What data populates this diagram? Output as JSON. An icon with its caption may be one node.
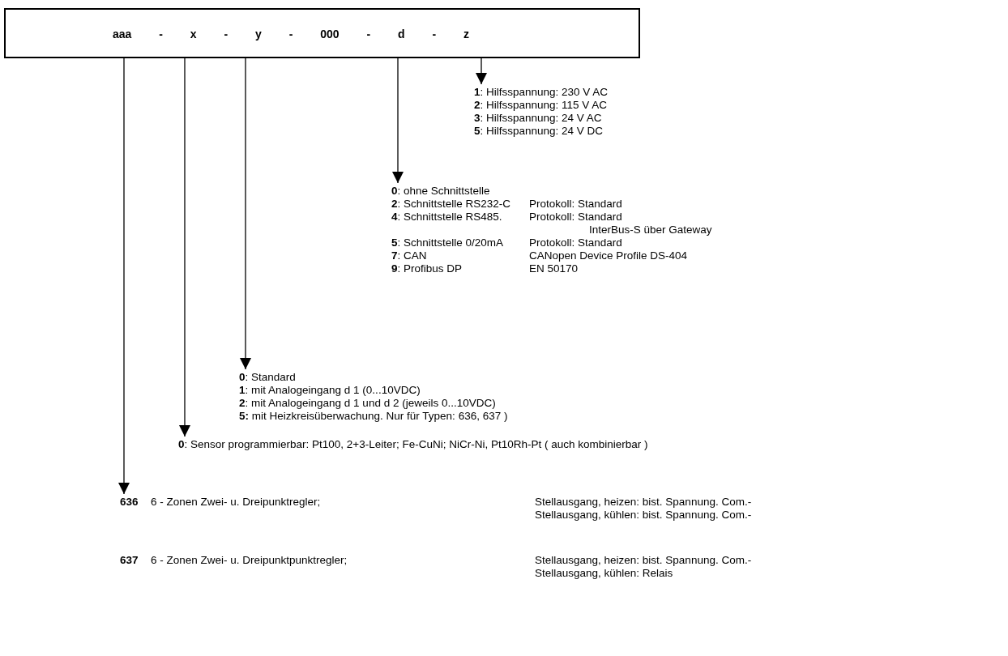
{
  "diagram": {
    "nodes": [
      {
        "text": [
          "aaa - x - y - 000 - d - z"
        ]
      },
      {
        "text": [
          "**1**: Hilfsspannung: 230 V AC",
          "**2**: Hilfsspannung: 115 V AC",
          "**3**: Hilfsspannung: 24 V AC",
          "**5**: Hilfsspannung: 24 V DC"
        ]
      },
      {
        "text": [
          "**0**: ohne Schnittstelle",
          "**2**: Schnittstelle RS232-C",
          "Protokoll: Standard",
          "**4**: Schnittstelle RS485.",
          "Protokoll: Standard",
          "InterBus-S über Gateway",
          "**5**: Schnittstelle 0/20mA",
          "Protokoll: Standard",
          "**7**: CAN",
          "CANopen Device Profile DS-404",
          "**9**: Profibus DP",
          "EN 50170"
        ]
      },
      {
        "text": [
          "**0**: Standard",
          "**1**: mit Analogeingang d 1 (0...10VDC)",
          "**2**: mit Analogeingang d 1 und d 2 (jeweils 0...10VDC)",
          "**5:** mit Heizkreisüberwachung. Nur für Typen: 636, 637 )"
        ]
      },
      {
        "text": [
          "**0**: Sensor programmierbar: Pt100, 2+3-Leiter; Fe-CuNi; NiCr-Ni, Pt10Rh-Pt ( auch kombinierbar )"
        ]
      },
      {
        "text": [
          "636",
          "6 - Zonen Zwei- u. Dreipunktregler;",
          "Stellausgang, heizen: bist. Spannung. Com.-",
          "Stellausgang, kühlen: bist. Spannung. Com.-"
        ]
      }
    ],
    "edges": [
      {
        "from": 0,
        "to": 5,
        "arrow": "to"
      },
      {
        "from": 0,
        "to": 4,
        "arrow": "to"
      },
      {
        "from": 0,
        "to": 3,
        "arrow": "to"
      },
      {
        "from": 0,
        "to": 2,
        "arrow": "to"
      },
      {
        "from": 0,
        "to": 1,
        "arrow": "to"
      }
    ],
    "labels": [
      "637",
      "6 - Zonen Zwei- u. Dreipunktpunktregler;",
      "Stellausgang, heizen: bist. Spannung. Com.-",
      "Stellausgang, kühlen: Relais"
    ]
  }
}
